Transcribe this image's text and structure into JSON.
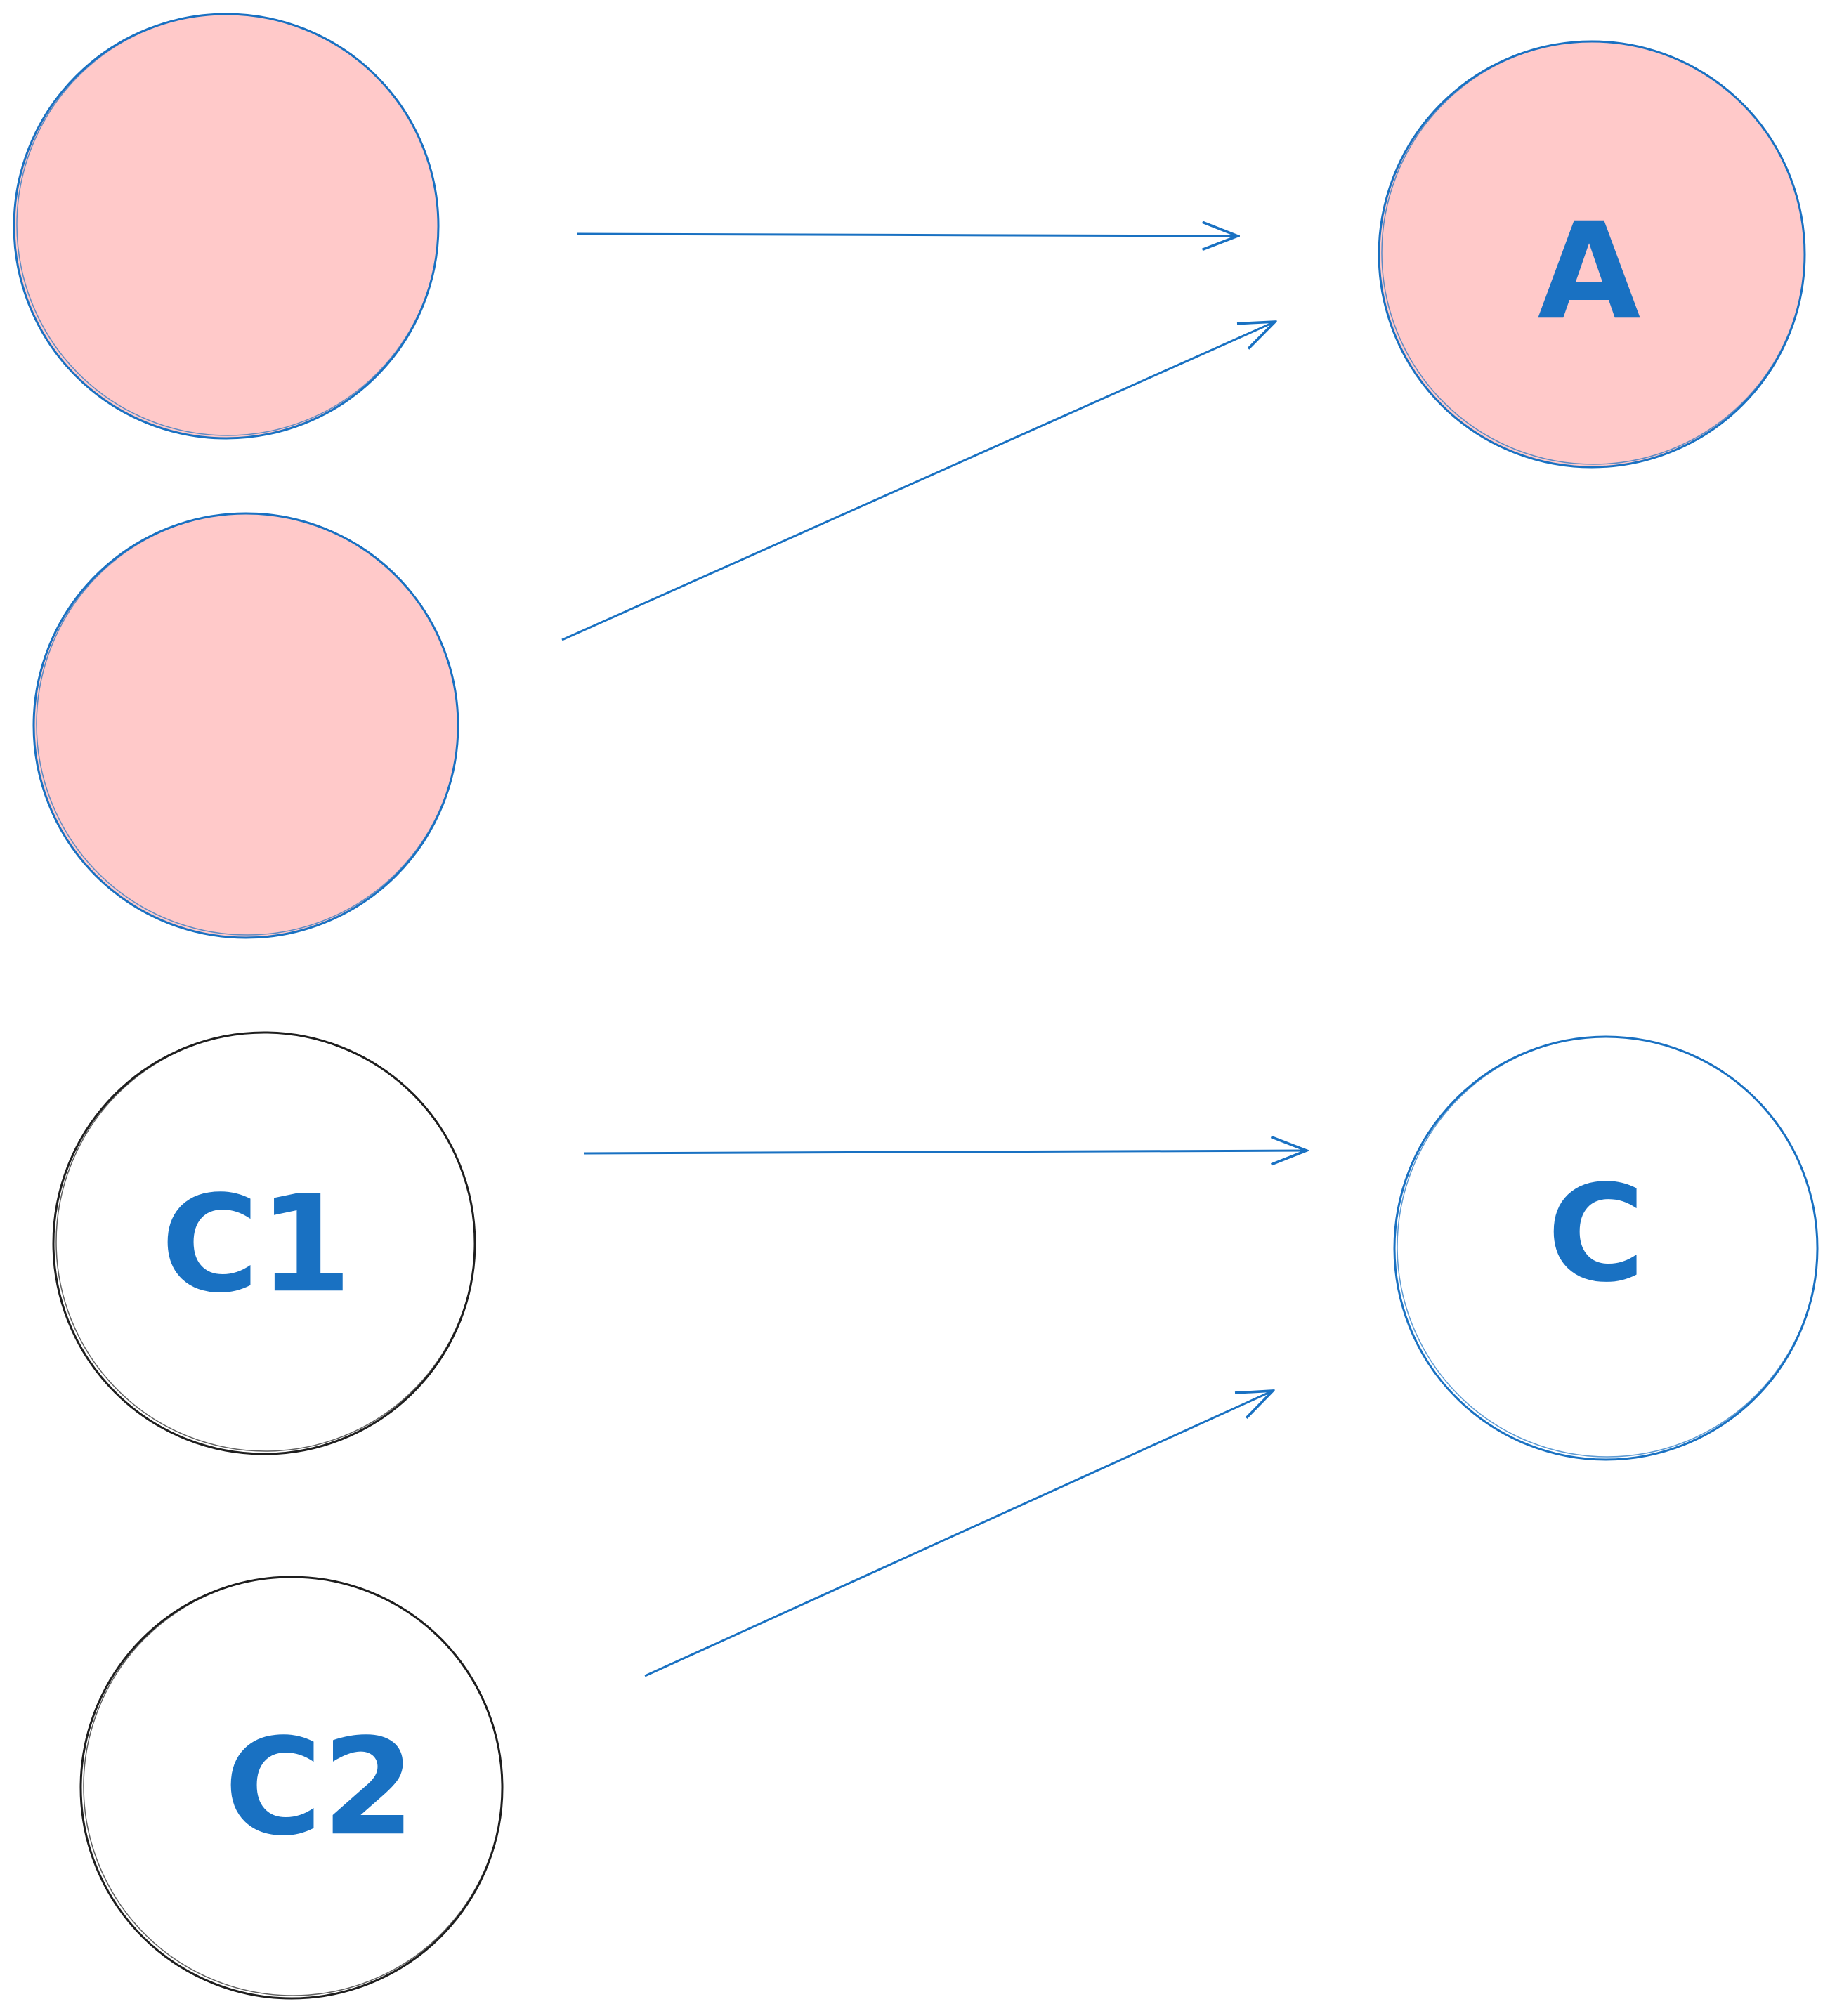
{
  "colors": {
    "stroke_blue": "#1971c2",
    "stroke_black": "#1e1e1e",
    "fill_pink": "#ffc9c9",
    "label_blue": "#1971c2",
    "background": "#ffffff"
  },
  "nodes": {
    "source_pink_1": {
      "label": "",
      "fill": "pink",
      "stroke": "blue"
    },
    "source_pink_2": {
      "label": "",
      "fill": "pink",
      "stroke": "blue"
    },
    "target_a": {
      "label": "A",
      "fill": "pink",
      "stroke": "blue"
    },
    "c1": {
      "label": "C1",
      "fill": "none",
      "stroke": "black"
    },
    "c2": {
      "label": "C2",
      "fill": "none",
      "stroke": "black"
    },
    "target_c": {
      "label": "C",
      "fill": "none",
      "stroke": "blue"
    }
  },
  "edges": [
    {
      "from": "source_pink_1",
      "to": "target_a"
    },
    {
      "from": "source_pink_2",
      "to": "target_a"
    },
    {
      "from": "c1",
      "to": "target_c"
    },
    {
      "from": "c2",
      "to": "target_c"
    }
  ]
}
